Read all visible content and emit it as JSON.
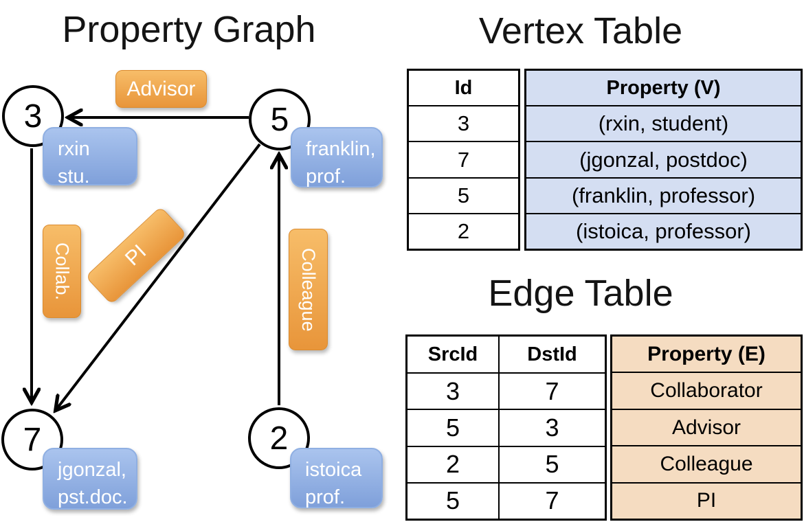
{
  "left_panel": {
    "title": "Property Graph",
    "nodes": {
      "n3": "3",
      "n5": "5",
      "n7": "7",
      "n2": "2"
    },
    "vertex_labels": {
      "rxin": {
        "line1": "rxin",
        "line2": "stu."
      },
      "franklin": {
        "line1": "franklin,",
        "line2": "prof."
      },
      "jgonzal": {
        "line1": "jgonzal,",
        "line2": "pst.doc."
      },
      "istoica": {
        "line1": "istoica",
        "line2": "prof."
      }
    },
    "edge_labels": {
      "advisor": "Advisor",
      "collab": "Collab.",
      "pi": "PI",
      "colleague": "Colleague"
    }
  },
  "vertex_table": {
    "title": "Vertex Table",
    "col_id": "Id",
    "col_property": "Property (V)",
    "rows": [
      {
        "id": "3",
        "property": "(rxin, student)"
      },
      {
        "id": "7",
        "property": "(jgonzal, postdoc)"
      },
      {
        "id": "5",
        "property": "(franklin, professor)"
      },
      {
        "id": "2",
        "property": "(istoica, professor)"
      }
    ]
  },
  "edge_table": {
    "title": "Edge Table",
    "col_src": "SrcId",
    "col_dst": "DstId",
    "col_property": "Property (E)",
    "rows": [
      {
        "src": "3",
        "dst": "7",
        "property": "Collaborator"
      },
      {
        "src": "5",
        "dst": "3",
        "property": "Advisor"
      },
      {
        "src": "2",
        "dst": "5",
        "property": "Colleague"
      },
      {
        "src": "5",
        "dst": "7",
        "property": "PI"
      }
    ]
  },
  "colors": {
    "edge_label_orange_top": "#f7bd69",
    "edge_label_orange_bottom": "#e8953a",
    "vertex_label_blue_top": "#aac4ee",
    "vertex_label_blue_bottom": "#7fa0da",
    "vertex_cell_bg": "#d4def2",
    "edge_cell_bg": "#f5dcc1",
    "line_black": "#000000"
  }
}
